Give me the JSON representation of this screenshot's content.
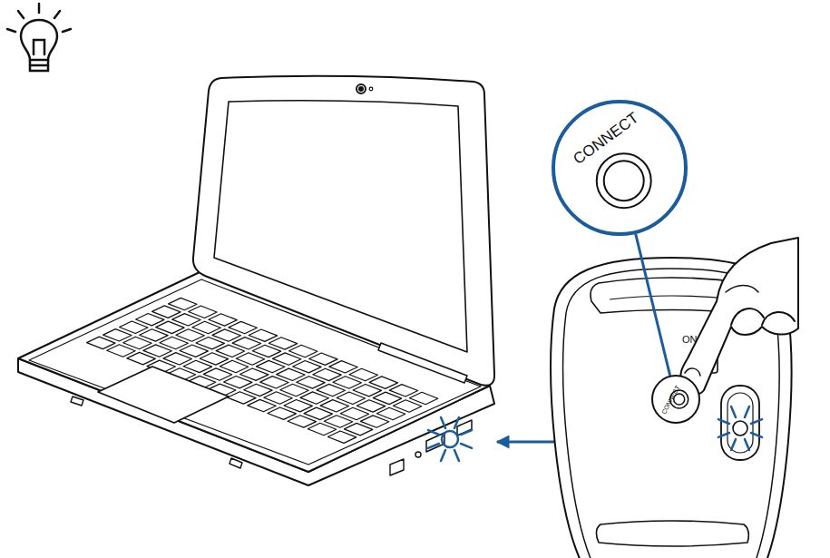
{
  "diagram": {
    "nodes": [
      {
        "text": [
          "CONNECT"
        ]
      },
      {
        "text": [
          "CONNECT"
        ]
      }
    ],
    "edges": [
      {
        "from": 0,
        "to": 1,
        "arrow": "none"
      }
    ],
    "labels": [
      "ON"
    ]
  }
}
